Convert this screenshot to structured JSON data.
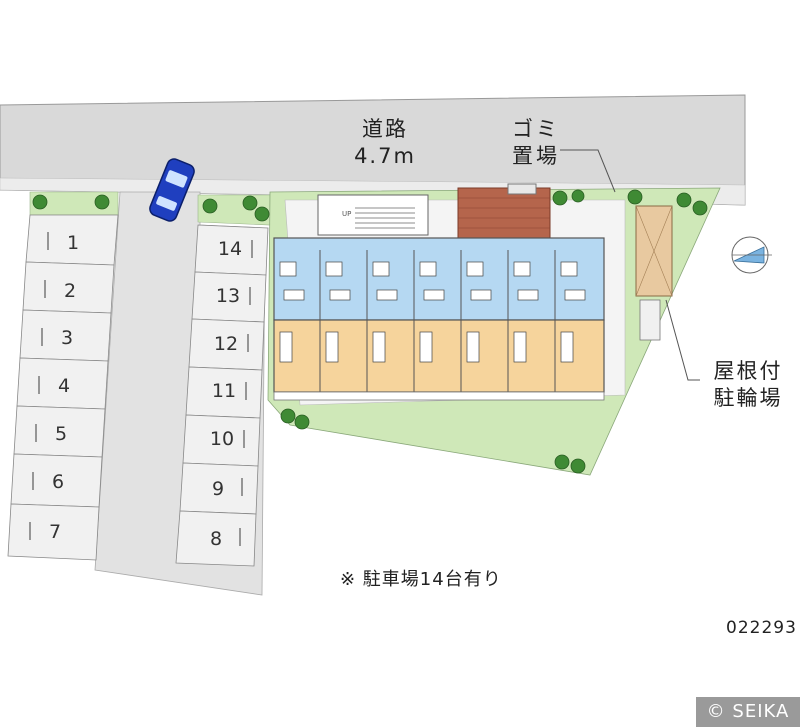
{
  "road": {
    "name": "道路",
    "width": "4.7m"
  },
  "garbage": {
    "line1": "ゴミ",
    "line2": "置場"
  },
  "bike_parking": {
    "line1": "屋根付",
    "line2": "駐輪場"
  },
  "parking_note": "※ 駐車場14台有り",
  "property_code": "022293",
  "copyright": "© SEIKA",
  "stairs_label": "UP",
  "parking_left": [
    "1",
    "2",
    "3",
    "4",
    "5",
    "6",
    "7"
  ],
  "parking_right": [
    "14",
    "13",
    "12",
    "11",
    "10",
    "9",
    "8"
  ],
  "colors": {
    "road": "#d9d9d9",
    "grass": "#cfe8b8",
    "tree": "#3f8a34",
    "building_top": "#b5d8f2",
    "building_bottom": "#f6d49c",
    "brick": "#b5654c",
    "car": "#1f3fbf"
  }
}
